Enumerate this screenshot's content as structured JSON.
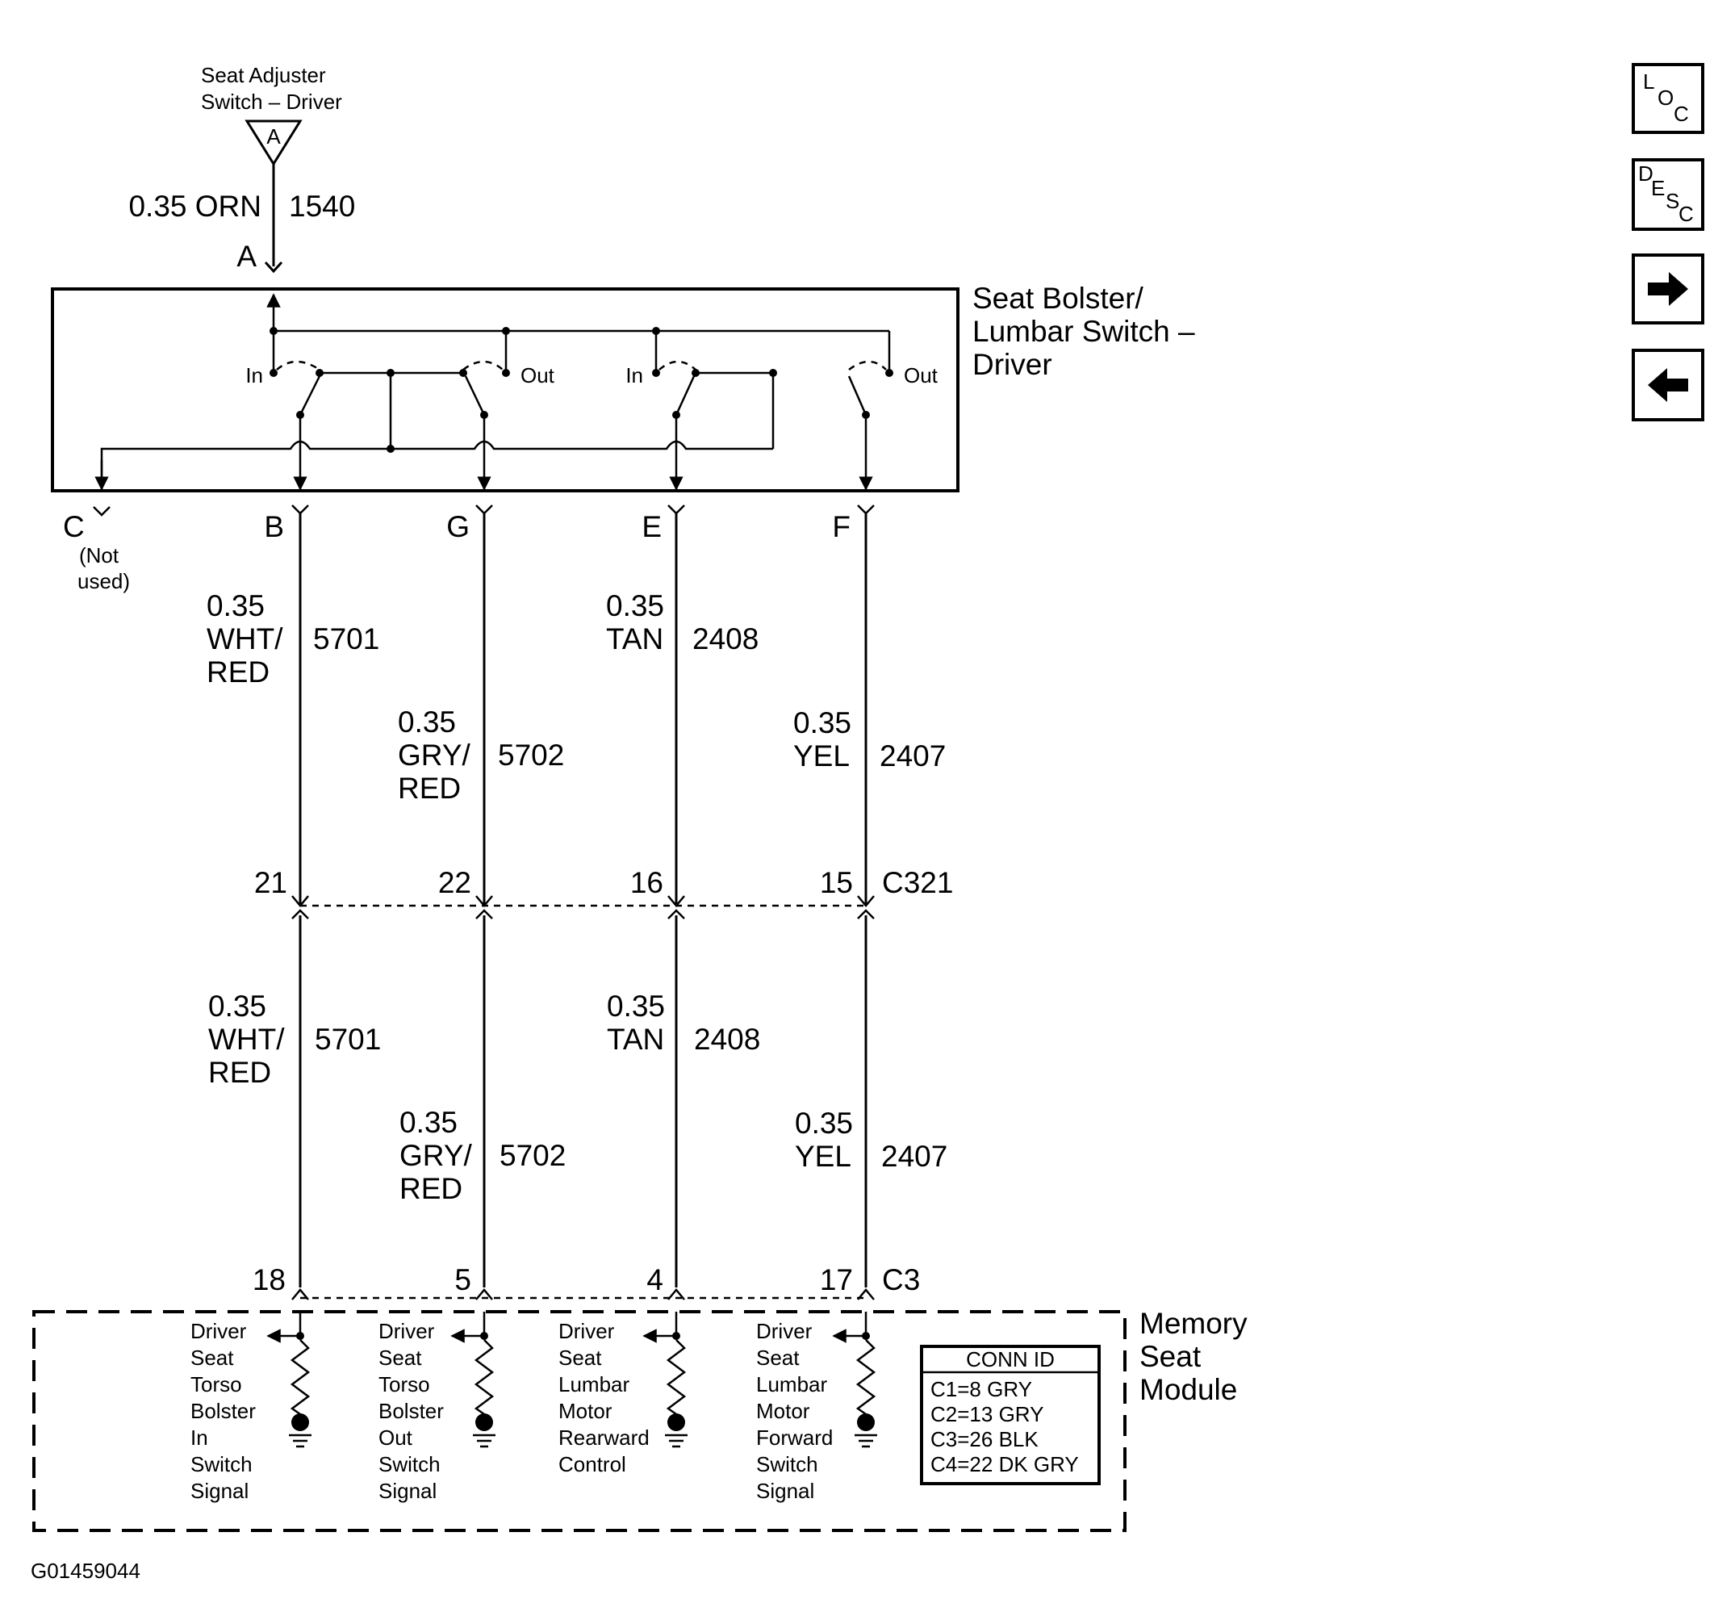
{
  "switch_top": {
    "title_line1": "Seat Adjuster",
    "title_line2": "Switch – Driver",
    "connector_ref": "A",
    "wire_spec": "0.35 ORN",
    "circuit": "1540",
    "pin": "A"
  },
  "bolster_switch": {
    "title_line1": "Seat Bolster/",
    "title_line2": "Lumbar Switch –",
    "title_line3": "Driver",
    "labels": {
      "in1": "In",
      "out1": "Out",
      "in2": "In",
      "out2": "Out"
    },
    "unused_pin": "C",
    "unused_note_line1": "(Not",
    "unused_note_line2": "used)"
  },
  "circuits": [
    {
      "pin": "B",
      "gauge": "0.35",
      "color_line1": "WHT/",
      "color_line2": "RED",
      "circuit": "5701",
      "c321_pin": "21",
      "c3_pin": "18",
      "module_label": [
        "Driver",
        "Seat",
        "Torso",
        "Bolster",
        "In",
        "Switch",
        "Signal"
      ]
    },
    {
      "pin": "G",
      "gauge": "0.35",
      "color_line1": "GRY/",
      "color_line2": "RED",
      "circuit": "5702",
      "c321_pin": "22",
      "c3_pin": "5",
      "module_label": [
        "Driver",
        "Seat",
        "Torso",
        "Bolster",
        "Out",
        "Switch",
        "Signal"
      ]
    },
    {
      "pin": "E",
      "gauge": "0.35",
      "color_line1": "TAN",
      "color_line2": "",
      "circuit": "2408",
      "c321_pin": "16",
      "c3_pin": "4",
      "module_label": [
        "Driver",
        "Seat",
        "Lumbar",
        "Motor",
        "Rearward",
        "Control"
      ]
    },
    {
      "pin": "F",
      "gauge": "0.35",
      "color_line1": "YEL",
      "color_line2": "",
      "circuit": "2407",
      "c321_pin": "15",
      "c3_pin": "17",
      "module_label": [
        "Driver",
        "Seat",
        "Lumbar",
        "Motor",
        "Forward",
        "Switch",
        "Signal"
      ]
    }
  ],
  "connectors": {
    "inline": "C321",
    "module": "C3"
  },
  "module": {
    "title_line1": "Memory",
    "title_line2": "Seat",
    "title_line3": "Module",
    "conn_id": {
      "header": "CONN ID",
      "rows": [
        "C1=8 GRY",
        "C2=13 GRY",
        "C3=26 BLK",
        "C4=22 DK GRY"
      ]
    }
  },
  "nav": {
    "loc": {
      "l1": "L",
      "l2": "O",
      "l3": "C"
    },
    "desc": {
      "l1": "D",
      "l2": "E",
      "l3": "S",
      "l4": "C"
    },
    "forward_icon": "arrow-right-icon",
    "back_icon": "arrow-left-icon"
  },
  "figure_id": "G01459044"
}
